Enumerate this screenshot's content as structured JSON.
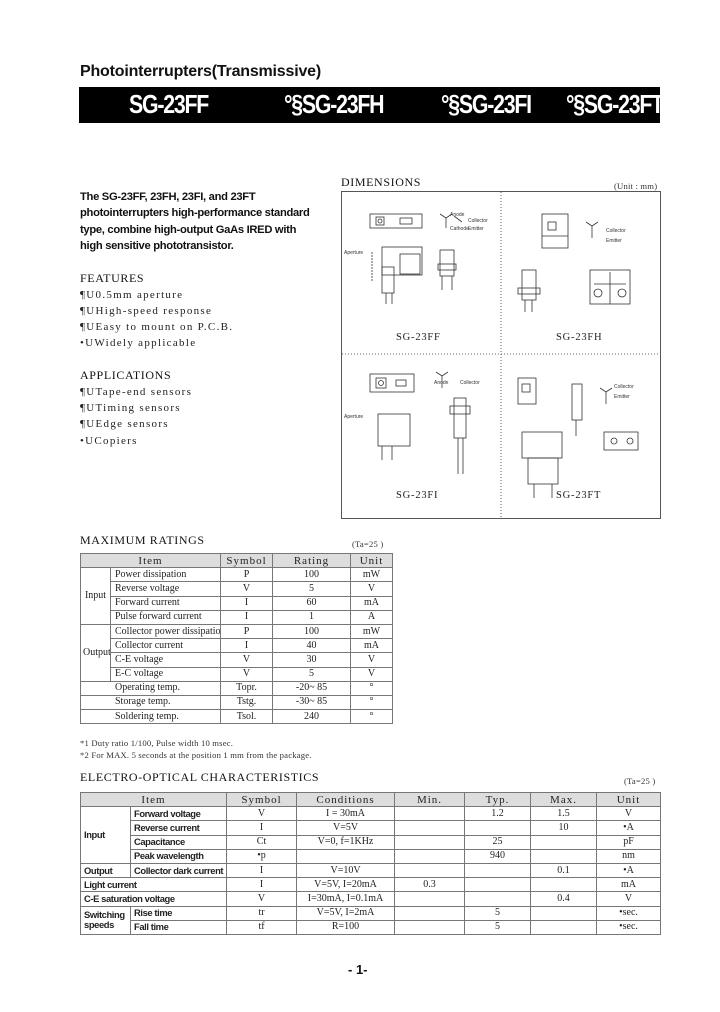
{
  "header": {
    "subtitle": "Photointerrupters(Transmissive)",
    "models": [
      "SG-23FF",
      "°§SG-23FH",
      "°§SG-23FI",
      "°§SG-23FT"
    ]
  },
  "intro": "The SG-23FF, 23FH, 23FI, and 23FT photointerrupters high-performance standard type, combine high-output GaAs IRED with high sensitive phototransistor.",
  "features": {
    "heading": "FEATURES",
    "items": [
      "¶U0.5mm aperture",
      "¶UHigh-speed response",
      "¶UEasy to mount on P.C.B.",
      "•UWidely applicable"
    ]
  },
  "applications": {
    "heading": "APPLICATIONS",
    "items": [
      "¶UTape-end sensors",
      "¶UTiming sensors",
      "¶UEdge sensors",
      "•UCopiers"
    ]
  },
  "dimensions": {
    "heading": "DIMENSIONS",
    "unit": "(Unit : mm)",
    "captions": [
      "SG-23FF",
      "SG-23FH",
      "SG-23FI",
      "SG-23FT"
    ],
    "labels": {
      "anode": "Anode",
      "cathode": "Cathode",
      "emitter": "Emitter",
      "collector": "Collector",
      "aperture": "Aperture"
    }
  },
  "max_ratings": {
    "heading": "MAXIMUM RATINGS",
    "condition": "(Ta=25 )",
    "headers": [
      "Item",
      "Symbol",
      "Rating",
      "Unit"
    ],
    "groups": {
      "input": "Input",
      "output": "Output"
    },
    "rows": [
      {
        "item": "Power dissipation",
        "symbol": "P",
        "rating": "100",
        "unit": "mW"
      },
      {
        "item": "Reverse voltage",
        "symbol": "V",
        "rating": "5",
        "unit": "V"
      },
      {
        "item": "Forward current",
        "symbol": "I",
        "rating": "60",
        "unit": "mA"
      },
      {
        "item": "Pulse forward current",
        "symbol": "I",
        "rating": "1",
        "unit": "A"
      },
      {
        "item": "Collector power dissipation",
        "symbol": "P",
        "rating": "100",
        "unit": "mW"
      },
      {
        "item": "Collector current",
        "symbol": "I",
        "rating": "40",
        "unit": "mA"
      },
      {
        "item": "C-E voltage",
        "symbol": "V",
        "rating": "30",
        "unit": "V"
      },
      {
        "item": "E-C voltage",
        "symbol": "V",
        "rating": "5",
        "unit": "V"
      },
      {
        "item": "Operating temp.",
        "symbol": "Topr.",
        "rating": "-20~ 85",
        "unit": "°"
      },
      {
        "item": "Storage temp.",
        "symbol": "Tstg.",
        "rating": "-30~ 85",
        "unit": "°"
      },
      {
        "item": "Soldering temp.",
        "symbol": "Tsol.",
        "rating": "240",
        "unit": "°"
      }
    ],
    "notes": [
      "*1 Duty ratio 1/100, Pulse width 10 msec.",
      "*2 For MAX. 5 seconds at the position 1 mm from the package."
    ]
  },
  "eo": {
    "heading": "ELECTRO-OPTICAL CHARACTERISTICS",
    "condition": "(Ta=25 )",
    "headers": [
      "Item",
      "Symbol",
      "Conditions",
      "Min.",
      "Typ.",
      "Max.",
      "Unit"
    ],
    "groups": {
      "input": "Input",
      "output": "Output",
      "switching": "Switching speeds"
    },
    "rows": [
      {
        "item": "Forward voltage",
        "symbol": "V",
        "cond": "I = 30mA",
        "min": "",
        "typ": "1.2",
        "max": "1.5",
        "unit": "V"
      },
      {
        "item": "Reverse current",
        "symbol": "I",
        "cond": "V=5V",
        "min": "",
        "typ": "",
        "max": "10",
        "unit": "•A"
      },
      {
        "item": "Capacitance",
        "symbol": "Ct",
        "cond": "V=0, f=1KHz",
        "min": "",
        "typ": "25",
        "max": "",
        "unit": "pF"
      },
      {
        "item": "Peak wavelength",
        "symbol": "•p",
        "cond": "",
        "min": "",
        "typ": "940",
        "max": "",
        "unit": "nm"
      },
      {
        "item": "Collector dark current",
        "symbol": "I",
        "cond": "V=10V",
        "min": "",
        "typ": "",
        "max": "0.1",
        "unit": "•A"
      },
      {
        "item": "Light current",
        "symbol": "I",
        "cond": "V=5V, I=20mA",
        "min": "0.3",
        "typ": "",
        "max": "",
        "unit": "mA"
      },
      {
        "item": "C-E saturation voltage",
        "symbol": "V",
        "cond": "I=30mA, I=0.1mA",
        "min": "",
        "typ": "",
        "max": "0.4",
        "unit": "V"
      },
      {
        "item": "Rise time",
        "symbol": "tr",
        "cond": "V=5V, I=2mA",
        "min": "",
        "typ": "5",
        "max": "",
        "unit": "•sec."
      },
      {
        "item": "Fall time",
        "symbol": "tf",
        "cond": "R=100",
        "min": "",
        "typ": "5",
        "max": "",
        "unit": "•sec."
      }
    ]
  },
  "page_number": "- 1-"
}
